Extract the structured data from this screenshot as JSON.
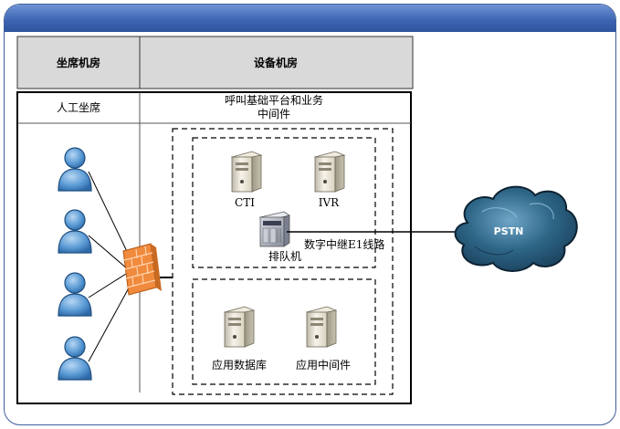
{
  "headers": {
    "agent_room": "坐席机房",
    "equipment_room": "设备机房"
  },
  "subheaders": {
    "manual_agents": "人工坐席",
    "platform_line1": "呼叫基础平台和业务",
    "platform_line2": "中间件"
  },
  "servers": {
    "cti": "CTI",
    "ivr": "IVR",
    "queue": "排队机",
    "app_database": "应用数据库",
    "app_middleware": "应用中间件"
  },
  "links": {
    "e1_trunk": "数字中继E1线路"
  },
  "cloud": {
    "pstn": "PSTN"
  },
  "icons": {
    "agent": "user-icon",
    "firewall": "firewall-icon",
    "server": "server-tower-icon",
    "switch": "queue-switch-icon",
    "cloud": "cloud-icon"
  },
  "colors": {
    "header_bar": "#3e66b3",
    "header_cell": "#d9d9d9",
    "user_icon": "#5b9bd5",
    "firewall": "#f08030",
    "cloud": "#1f4f73"
  }
}
